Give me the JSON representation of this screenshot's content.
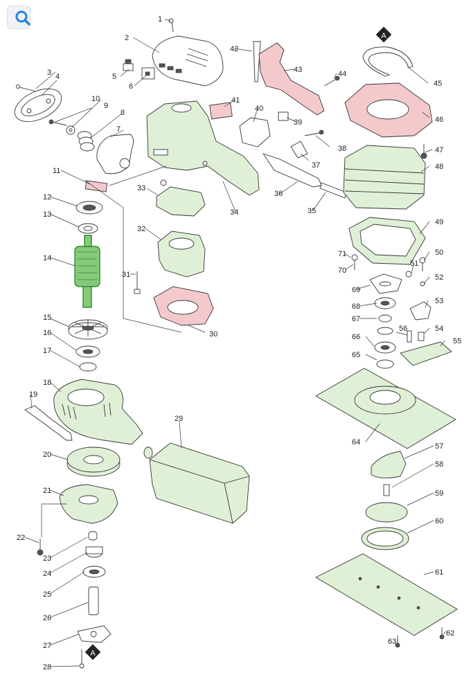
{
  "toolbar": {
    "search_icon": "search-icon",
    "accent": "#2a7fd4"
  },
  "colors": {
    "part_green": "#dff0d6",
    "part_red": "#f4c9cc",
    "highlight": "#86c97a"
  },
  "callouts": {
    "p1": "1",
    "p2": "2",
    "p3": "3",
    "p4": "4",
    "p5": "5",
    "p6": "6",
    "p7": "7",
    "p8": "8",
    "p9": "9",
    "p10": "10",
    "p11": "11",
    "p12": "12",
    "p13": "13",
    "p14": "14",
    "p15": "15",
    "p16": "16",
    "p17": "17",
    "p18": "18",
    "p19": "19",
    "p20": "20",
    "p21": "21",
    "p22": "22",
    "p23": "23",
    "p24": "24",
    "p25": "25",
    "p26": "26",
    "p27": "27",
    "p28": "28",
    "p29": "29",
    "p30": "30",
    "p31": "31",
    "p32": "32",
    "p33": "33",
    "p34": "34",
    "p35": "35",
    "p36": "36",
    "p37": "37",
    "p38": "38",
    "p39": "39",
    "p40": "40",
    "p41": "41",
    "p42": "42",
    "p43": "43",
    "p44": "44",
    "p45": "45",
    "p46": "46",
    "p47": "47",
    "p48": "48",
    "p49": "49",
    "p50": "50",
    "p51": "51",
    "p52": "52",
    "p53": "53",
    "p54": "54",
    "p55": "55",
    "p56": "56",
    "p57": "57",
    "p58": "58",
    "p59": "59",
    "p60": "60",
    "p61": "61",
    "p62": "62",
    "p63": "63",
    "p64": "64",
    "p65": "65",
    "p66": "66",
    "p67": "67",
    "p68": "68",
    "p69": "69",
    "p70": "70",
    "p71": "71"
  },
  "markers": {
    "top": "A",
    "bottom": "A"
  }
}
